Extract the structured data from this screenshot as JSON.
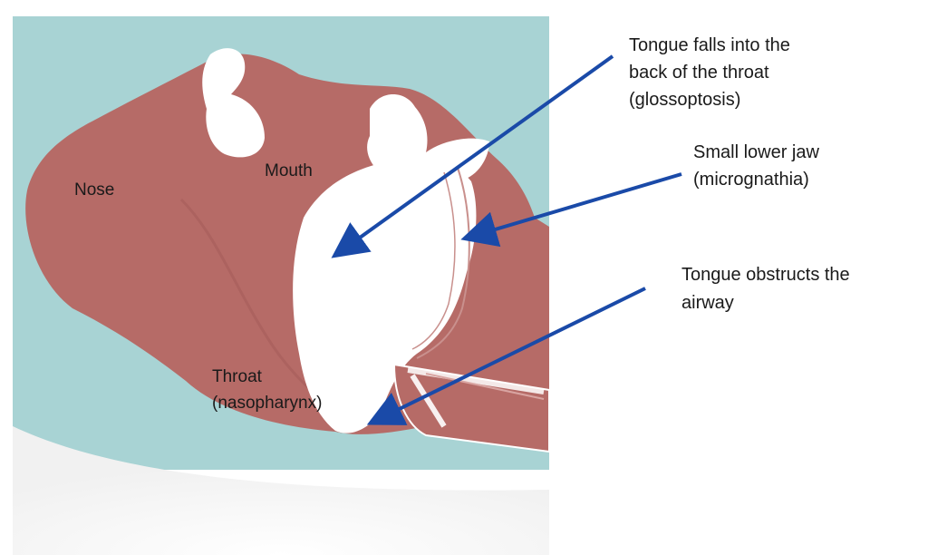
{
  "colors": {
    "background_teal": "#a8d3d4",
    "tissue": "#b66b67",
    "tissue_dark": "#9c524f",
    "airway_white": "#ffffff",
    "arrow_blue": "#1a4aa8",
    "text": "#1a1a1a"
  },
  "anatomy_labels": {
    "nose": "Nose",
    "mouth": "Mouth",
    "throat_line1": "Throat",
    "throat_line2": "(nasopharynx)"
  },
  "callouts": {
    "glossoptosis": {
      "line1": "Tongue falls into the",
      "line2": "back of the throat",
      "line3": "(glossoptosis)"
    },
    "micrognathia": {
      "line1": "Small lower jaw",
      "line2": "(micrognathia)"
    },
    "obstruction": {
      "line1": "Tongue obstructs the",
      "line2": "airway"
    }
  }
}
